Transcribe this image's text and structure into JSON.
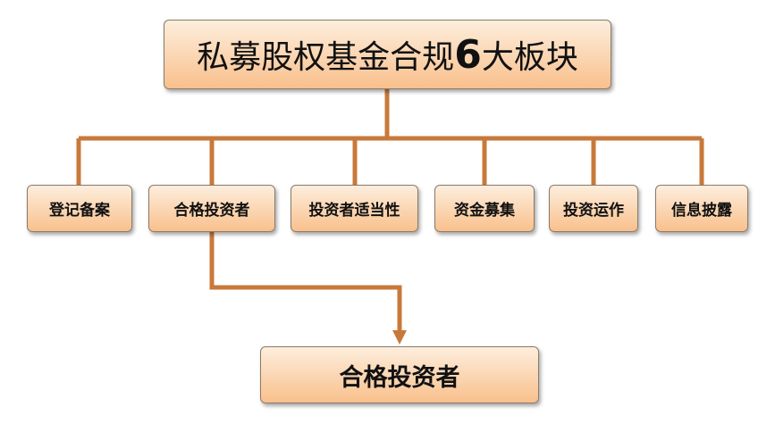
{
  "root": {
    "title_prefix": "私募股权基金合规",
    "title_number": "6",
    "title_suffix": "大板块"
  },
  "children": [
    {
      "label": "登记备案"
    },
    {
      "label": "合格投资者"
    },
    {
      "label": "投资者适当性"
    },
    {
      "label": "资金募集"
    },
    {
      "label": "投资运作"
    },
    {
      "label": "信息披露"
    }
  ],
  "detail": {
    "label": "合格投资者"
  },
  "colors": {
    "connector": "#c8793a",
    "box_top": "#fdeedd",
    "box_bottom": "#f9c08c"
  }
}
